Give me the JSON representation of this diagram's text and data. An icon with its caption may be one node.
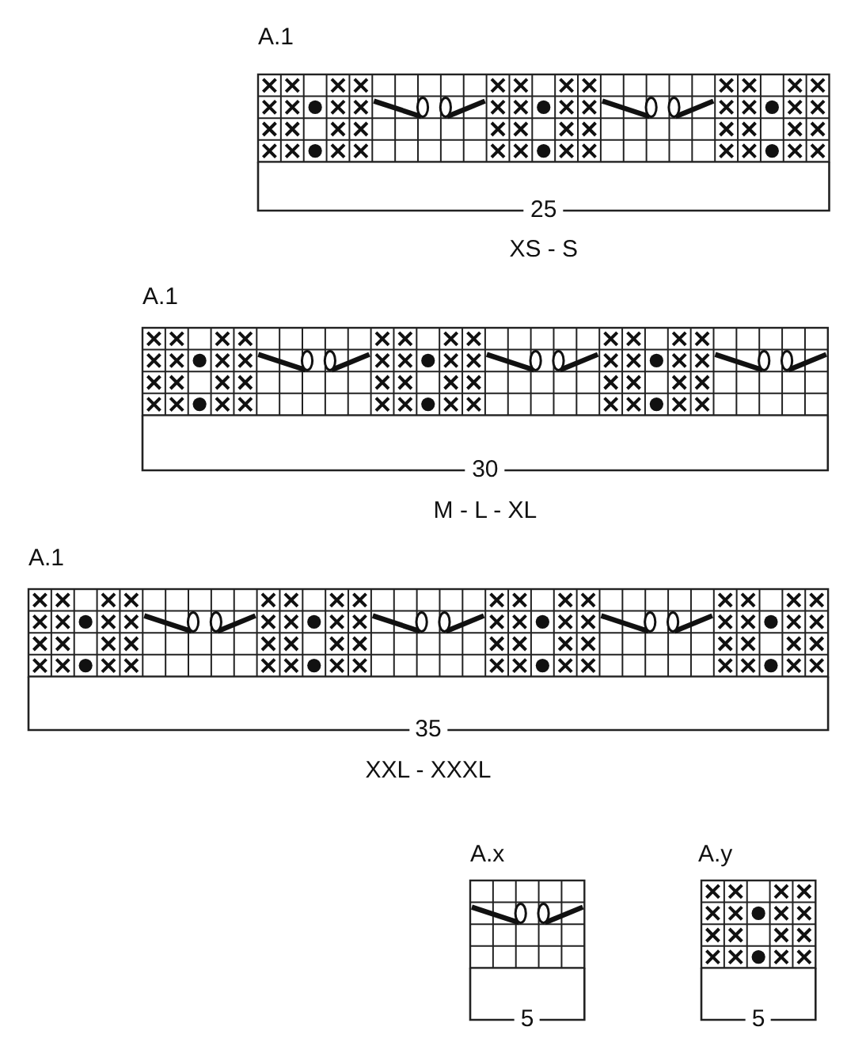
{
  "diagram": {
    "labels": [
      "A.1",
      "25",
      "XS - S",
      "A.1",
      "30",
      "M - L - XL",
      "A.1",
      "35",
      "XXL - XXXL",
      "A.x",
      "5",
      "A.y",
      "5"
    ]
  }
}
